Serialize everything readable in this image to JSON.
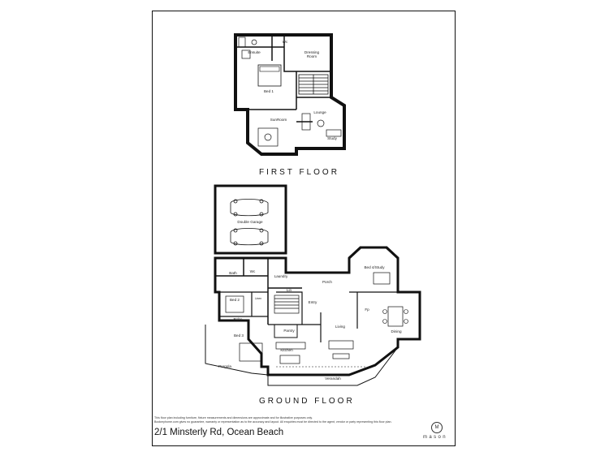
{
  "floors": {
    "first": "FIRST FLOOR",
    "ground": "GROUND FLOOR"
  },
  "rooms": {
    "ensuite": "Ensuite",
    "wc_first": "Wc",
    "dressing": "Dressing",
    "dressing_room": "Room",
    "bed1": "Bed 1",
    "sunroom": "SunRoom",
    "lounge": "Lounge",
    "study": "Study",
    "double_garage": "Double Garage",
    "bath": "Bath",
    "wc_ground": "Wc",
    "laundry": "Laundry",
    "lin": "Lin",
    "porch": "Porch",
    "bed4": "Bed 4/Study",
    "bed2": "Bed 2",
    "linen": "Linen",
    "entry": "Entry",
    "fp": "Fp",
    "robe": "Robe",
    "pantry": "Pantry",
    "living": "Living",
    "dining": "Dining",
    "bed3": "Bed 3",
    "kitchen": "Kitchen",
    "pergola": "Pergola",
    "verandah": "Verandah"
  },
  "disclaimer": [
    "This floor plan including furniture, fixture measurements and dimensions are approximate and for illustrative purposes only.",
    "Bookmyhome.com gives no guarantee, warranty or representation as to the accuracy and layout. All enquiries must be directed to the agent, vendor or party representing this floor plan."
  ],
  "address": "2/1 Minsterly Rd, Ocean Beach",
  "brand": {
    "logo_letter": "M",
    "name": "mason"
  }
}
